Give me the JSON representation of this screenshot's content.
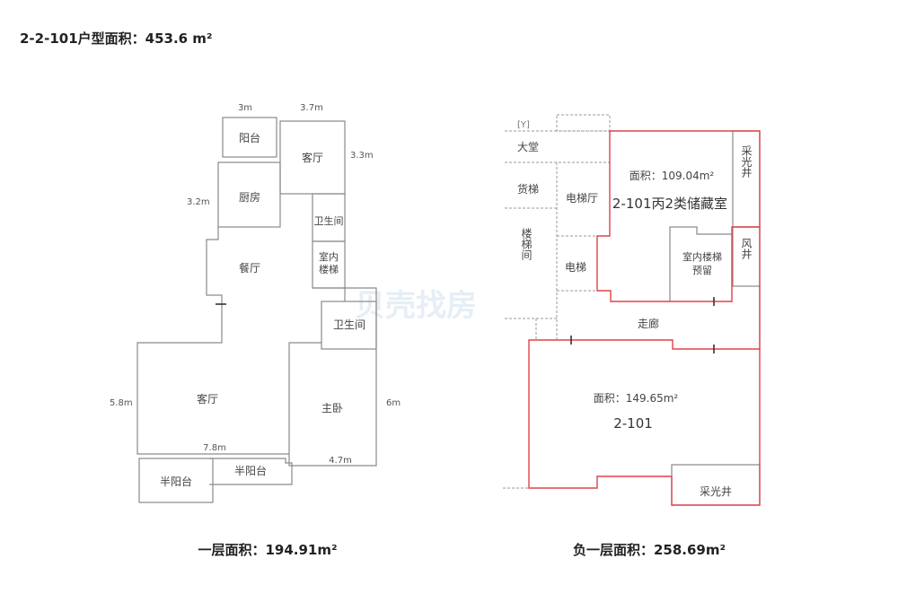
{
  "header": {
    "title": "2-2-101户型面积：453.6 m²"
  },
  "watermark": "贝壳找房",
  "first_floor": {
    "caption": "一层面积：194.91m²",
    "rooms": [
      "阳台",
      "客厅",
      "厨房",
      "卫生间",
      "室内楼梯",
      "餐厅",
      "卫生间",
      "客厅",
      "主卧",
      "半阳台",
      "半阳台"
    ],
    "stairs_line2": "楼梯",
    "stairs_line1": "室内",
    "dimensions": [
      "3m",
      "3.7m",
      "3.3m",
      "3.2m",
      "5.8m",
      "7.8m",
      "4.7m",
      "6m"
    ]
  },
  "basement": {
    "caption": "负一层面积：258.69m²",
    "storage_area": "面积：109.04m²",
    "storage_name": "2-101丙2类储藏室",
    "main_area": "面积：149.65m²",
    "main_name": "2-101",
    "rooms": [
      "大堂",
      "货梯",
      "电梯厅",
      "楼梯间",
      "电梯",
      "走廊",
      "采光井",
      "风井",
      "室内楼梯",
      "预留",
      "采光井"
    ]
  },
  "colors": {
    "unit_outline": "#e0424a",
    "wall": "#8a8a8a"
  }
}
